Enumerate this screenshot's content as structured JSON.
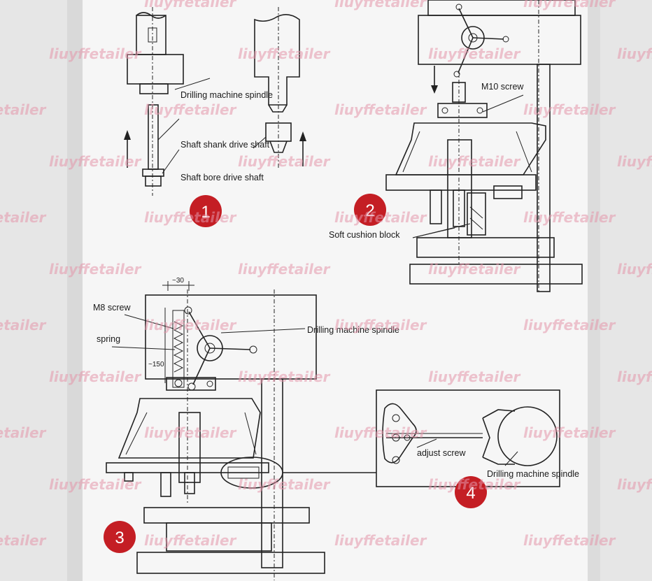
{
  "colors": {
    "background": "#e6e6e6",
    "panel": "#f6f6f6",
    "line": "#222222",
    "badge": "#c41e24",
    "watermark_text": "#e496aa",
    "watermark_accent": "#c41e3a"
  },
  "watermark": {
    "text": "liuyffetailer"
  },
  "steps": [
    {
      "number": "1"
    },
    {
      "number": "2"
    },
    {
      "number": "3"
    },
    {
      "number": "4"
    }
  ],
  "labels": {
    "drilling_machine_spindle": "Drilling machine spindle",
    "shaft_shank_drive_shaft": "Shaft shank drive shaft",
    "shaft_bore_drive_shaft": "Shaft bore drive shaft",
    "m10_screw": "M10 screw",
    "soft_cushion_block": "Soft cushion block",
    "m8_screw": "M8 screw",
    "spring": "spring",
    "dim_30": "~30",
    "dim_150": "~150",
    "adjust_screw": "adjust screw"
  }
}
